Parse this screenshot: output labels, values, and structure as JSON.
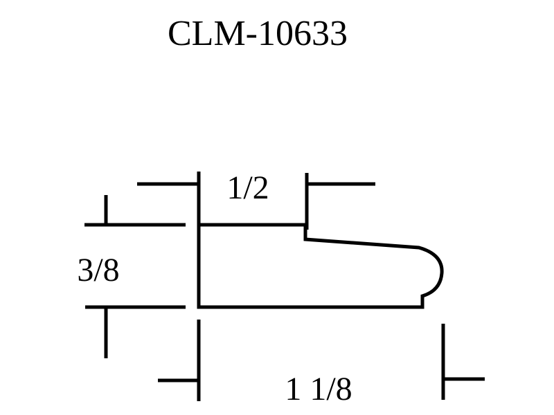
{
  "title": "CLM-10633",
  "dimensions": {
    "top_width": "1/2",
    "height": "3/8",
    "overall_width": "1 1/8"
  },
  "colors": {
    "stroke": "#000000",
    "background": "#ffffff"
  }
}
